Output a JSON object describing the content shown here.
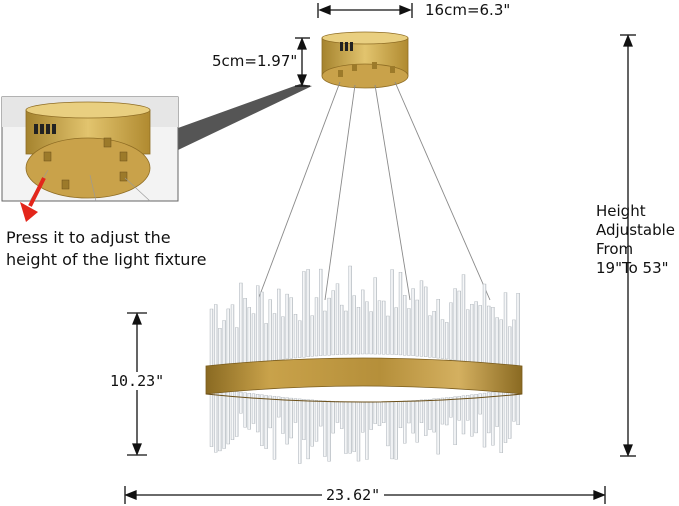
{
  "dimensions": {
    "canopy_width": "16cm=6.3\"",
    "canopy_height": "5cm=1.97\"",
    "ring_height": "10.23\"",
    "ring_width": "23.62\""
  },
  "height_note": {
    "line1": "Height",
    "line2": "Adjustable",
    "line3": "From",
    "line4": "19\"To 53\""
  },
  "callout": {
    "line1": "Press it to adjust the",
    "line2": "height of the light fixture"
  },
  "colors": {
    "gold": "#c9a24a",
    "gold_dark": "#8f6d24",
    "arrow_red": "#e3261b",
    "dimension_line": "#111111"
  }
}
